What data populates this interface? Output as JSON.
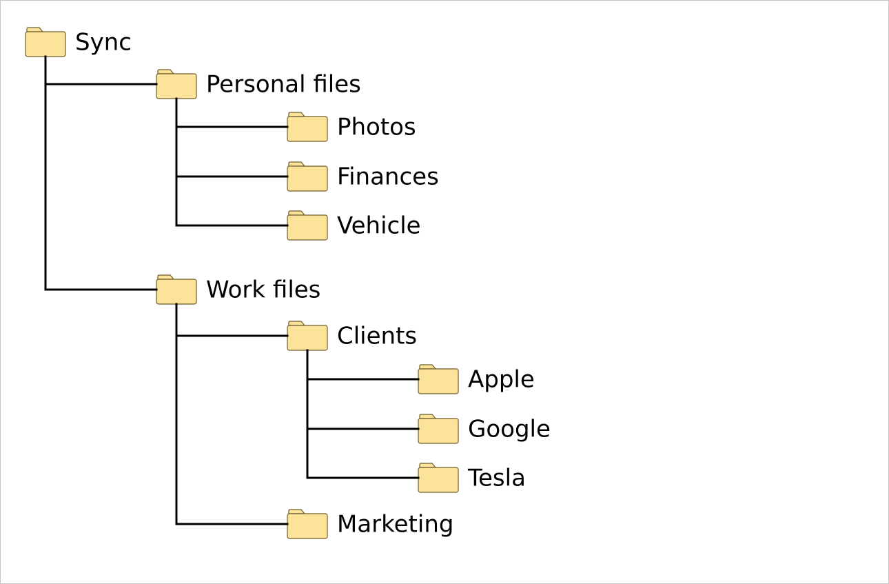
{
  "folder_color": "#fbe49a",
  "folder_border_color": "#6e5a2a",
  "line_color": "#000000",
  "tree": {
    "label": "Sync",
    "children": [
      {
        "label": "Personal files",
        "children": [
          {
            "label": "Photos"
          },
          {
            "label": "Finances"
          },
          {
            "label": "Vehicle"
          }
        ]
      },
      {
        "label": "Work files",
        "children": [
          {
            "label": "Clients",
            "children": [
              {
                "label": "Apple"
              },
              {
                "label": "Google"
              },
              {
                "label": "Tesla"
              }
            ]
          },
          {
            "label": "Marketing"
          }
        ]
      }
    ]
  }
}
